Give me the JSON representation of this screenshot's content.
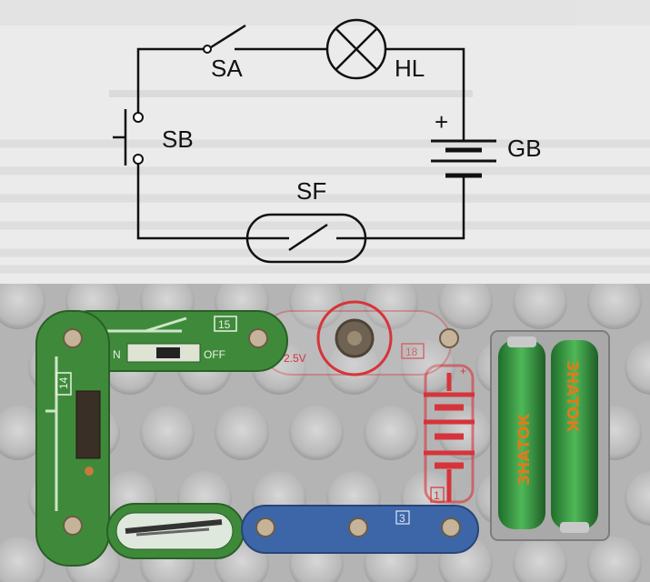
{
  "diagram": {
    "labels": {
      "switch": "SA",
      "lamp": "HL",
      "button": "SB",
      "battery": "GB",
      "reed_switch": "SF",
      "battery_plus": "+"
    }
  },
  "photo": {
    "module_numbers": [
      "15",
      "14",
      "18",
      "3",
      "1"
    ],
    "switch_on_label": "N",
    "switch_off_label": "OFF",
    "lamp_voltage": "2.5V",
    "battery_plus": "+",
    "battery_brand": "ЗНАТОК",
    "module_colors": {
      "green": "#3f8a3a",
      "blue": "#3d66a8",
      "red": "#d6343a",
      "battery_green": "#2f8f3a"
    }
  }
}
